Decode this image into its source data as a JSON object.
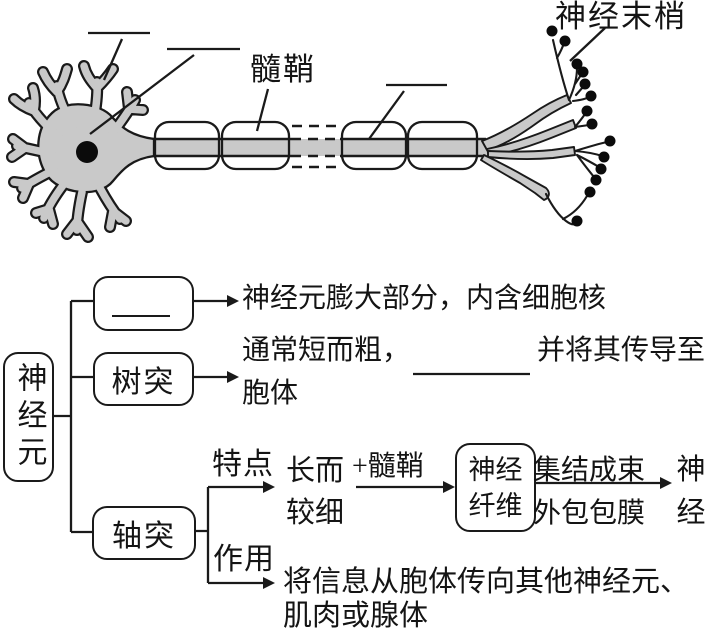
{
  "figure": {
    "myelin_label": "髓鞘",
    "nerve_endings_label": "神经末梢"
  },
  "map": {
    "root": "神经元",
    "soma_row": {
      "desc": "神经元膨大部分，内含细胞核"
    },
    "dendrite_row": {
      "box": "树突",
      "desc_pre": "通常短而粗，",
      "desc_post": "并将其传导至",
      "desc_line2": "胞体"
    },
    "axon_row": {
      "box": "轴突",
      "feature_label": "特点",
      "feature_line1": "长而",
      "feature_line2": "较细",
      "plus_myelin": "+髓鞘",
      "fiber_line1": "神经",
      "fiber_line2": "纤维",
      "bundle_line1": "集结成束",
      "bundle_line2": "外包包膜",
      "nerve_line1": "神",
      "nerve_line2": "经",
      "function_label": "作用",
      "function_line1": "将信息从胞体传向其他神经元、",
      "function_line2": "肌肉或腺体"
    }
  },
  "colors": {
    "ink": "#1a1a1a",
    "cell_fill": "#c9c9c9"
  }
}
